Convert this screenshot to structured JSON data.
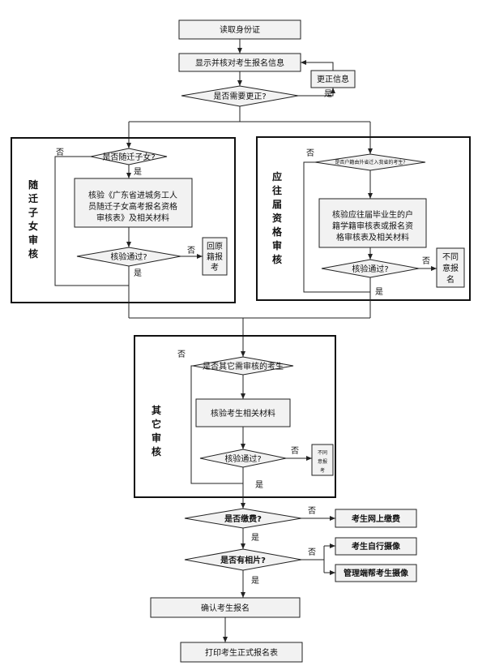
{
  "steps": {
    "read_id": "读取身份证",
    "show_verify": "显示并核对考生报名信息",
    "correct_info": "更正信息",
    "need_correct": "是否需要更正?",
    "confirm": "确认考生报名",
    "print": "打印考生正式报名表"
  },
  "panel_migrant": {
    "side_title": [
      "随",
      "迁",
      "子",
      "女",
      "审",
      "核"
    ],
    "question": "是否随迁子女?",
    "verify_lines": [
      "核验《广东省进城务工人",
      "员随迁子女高考报名资格",
      "审核表》及相关材料"
    ],
    "pass_q": "核验通过?",
    "reject_lines": [
      "回原",
      "籍报",
      "考"
    ]
  },
  "panel_graduate": {
    "side_title": [
      "应",
      "往",
      "届",
      "资",
      "格",
      "审",
      "核"
    ],
    "question": "是否户籍由外省迁入我省的考生?",
    "verify_lines": [
      "核验应往届毕业生的户",
      "籍学籍审核表或报名资",
      "格审核表及相关材料"
    ],
    "pass_q": "核验通过?",
    "reject_lines": [
      "不同",
      "意报",
      "名"
    ]
  },
  "panel_other": {
    "side_title": [
      "其",
      "它",
      "审",
      "核"
    ],
    "question": "是否其它需审核的考生",
    "verify": "核验考生相关材料",
    "pass_q": "核验通过?",
    "reject_lines": [
      "不同",
      "意报",
      "考"
    ]
  },
  "fee": {
    "question": "是否缴费?",
    "action": "考生网上缴费"
  },
  "photo": {
    "question": "是否有相片?",
    "self": "考生自行摄像",
    "admin": "管理端帮考生摄像"
  },
  "labels": {
    "yes": "是",
    "no": "否"
  }
}
